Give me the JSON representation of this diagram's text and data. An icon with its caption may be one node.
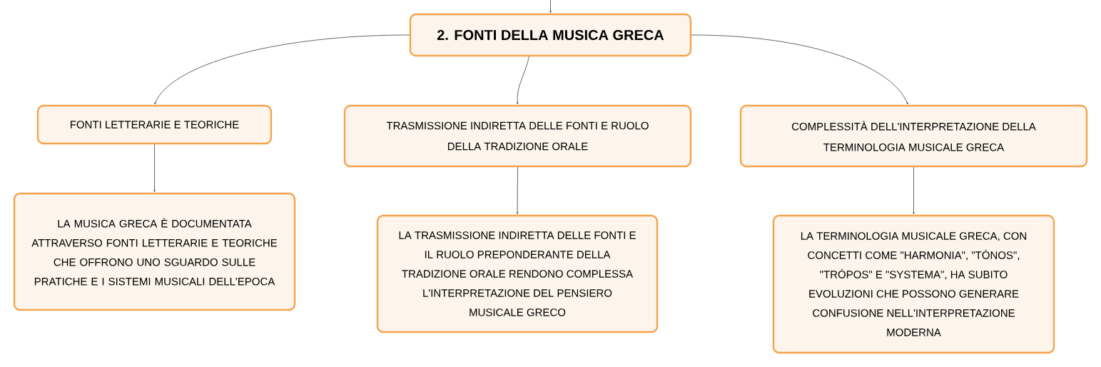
{
  "diagram": {
    "nodes": [
      {
        "text": [
          "2. FONTI DELLA MUSICA GRECA"
        ]
      },
      {
        "text": [
          "FONTI LETTERARIE E TEORICHE"
        ]
      },
      {
        "text": [
          "TRASMISSIONE INDIRETTA DELLE FONTI E RUOLO DELLA TRADIZIONE ORALE"
        ]
      },
      {
        "text": [
          "COMPLESSITÀ DELL'INTERPRETAZIONE DELLA TERMINOLOGIA MUSICALE GRECA"
        ]
      },
      {
        "text": [
          "LA MUSICA GRECA È DOCUMENTATA ATTRAVERSO FONTI LETTERARIE E TEORICHE CHE OFFRONO UNO SGUARDO SULLE PRATICHE E I SISTEMI MUSICALI DELL'EPOCA"
        ]
      },
      {
        "text": [
          "LA TRASMISSIONE INDIRETTA DELLE FONTI E IL RUOLO PREPONDERANTE DELLA TRADIZIONE ORALE RENDONO COMPLESSA L'INTERPRETAZIONE DEL PENSIERO MUSICALE GRECO"
        ]
      },
      {
        "text": [
          "LA TERMINOLOGIA MUSICALE GRECA, CON CONCETTI COME \"HARMONIA\", \"TÓNOS\", \"TRÓPOS\" E \"SYSTEMA\", HA SUBITO EVOLUZIONI CHE POSSONO GENERARE CONFUSIONE NELL'INTERPRETAZIONE MODERNA"
        ]
      }
    ],
    "edges": [
      {
        "from": null,
        "to": 0,
        "arrow": "to"
      },
      {
        "from": 0,
        "to": 1,
        "arrow": "to"
      },
      {
        "from": 0,
        "to": 2,
        "arrow": "to"
      },
      {
        "from": 0,
        "to": 3,
        "arrow": "to"
      },
      {
        "from": 1,
        "to": 4,
        "arrow": "to"
      },
      {
        "from": 2,
        "to": 5,
        "arrow": "to"
      },
      {
        "from": 3,
        "to": 6,
        "arrow": "to"
      }
    ]
  }
}
